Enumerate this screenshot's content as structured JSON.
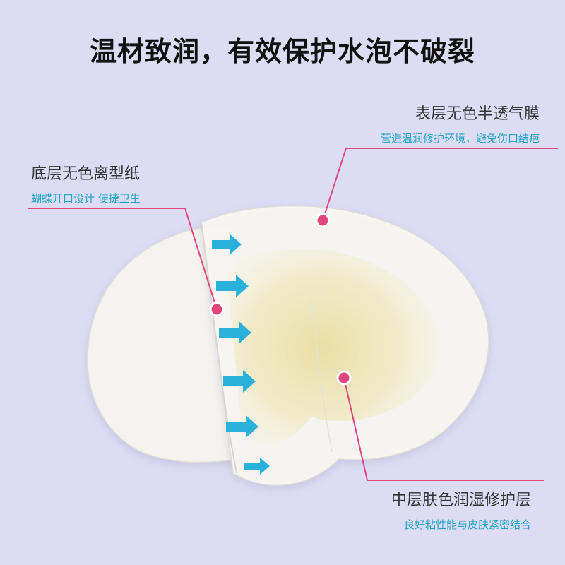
{
  "title": "温材致润，有效保护水泡不破裂",
  "labels": {
    "top_right": {
      "main": "表层无色半透气膜",
      "sub": "营造温润修护环境，避免伤口结疤"
    },
    "left": {
      "main": "底层无色离型纸",
      "sub": "蝴蝶开口设计 便捷卫生"
    },
    "bottom_right": {
      "main": "中层肤色润湿修护层",
      "sub": "良好粘性能与皮肤紧密结合"
    }
  },
  "colors": {
    "background": "#dcdcf5",
    "accent_line": "#e0457b",
    "sub_text": "#1fa3c2",
    "arrow": "#29b1dc"
  },
  "icons": [
    "arrow-right-icon"
  ]
}
